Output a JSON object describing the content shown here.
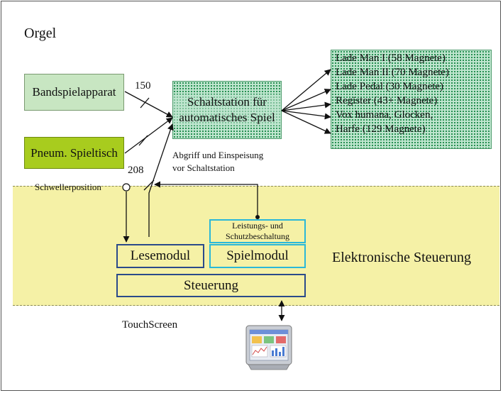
{
  "title": "Orgel",
  "bandspiel": "Bandspielapparat",
  "pneum": "Pneum. Spieltisch",
  "schaltstation": "Schaltstation für automatisches Spiel",
  "label_150": "150",
  "label_208": "208",
  "abgriff": [
    "Abgriff und Einspeisung",
    "vor Schaltstation"
  ],
  "schweller": "Schwellerposition",
  "magnets": [
    "Lade Man I (58 Magnete)",
    "Lade Man II (70 Magnete)",
    "Lade Pedal (30 Magnete)",
    "Register (43+ Magnete)",
    "Vox  humana, Glocken,",
    "Harfe (129 Magnete)"
  ],
  "leistung": [
    "Leistungs- und",
    "Schutzbeschaltung"
  ],
  "lesemodul": "Lesemodul",
  "spielmodul": "Spielmodul",
  "steuerung": "Steuerung",
  "elektronische": "Elektronische Steuerung",
  "touchscreen": "TouchScreen",
  "colors": {
    "accent_blue": "#2b4a8a",
    "cyan": "#2bb8d8",
    "zone_yellow": "#f5f1a6",
    "dotted_green": "#1f8a4c",
    "strong_green": "#a8cc1e"
  }
}
